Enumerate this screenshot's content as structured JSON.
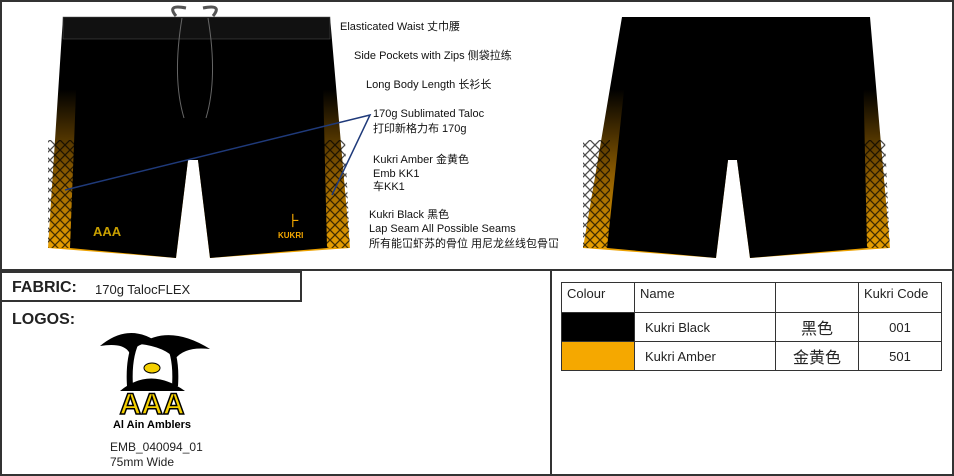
{
  "notes": {
    "waist": "Elasticated Waist   丈巾腰",
    "pockets": "Side Pockets with Zips  侧袋拉练",
    "length": "Long Body Length  长衫长",
    "fabric1": "170g Sublimated Taloc",
    "fabric2": "打印新格力布 170g",
    "amber1": "Kukri Amber   金黄色",
    "amber2": "Emb KK1",
    "amber3": "车KK1",
    "black1": "Kukri Black   黑色",
    "black2": "Lap Seam All Possible Seams",
    "black3": "所有能冚虾苏的骨位 用尼龙丝线包骨冚"
  },
  "garment_logos": {
    "kukri": "KUKRI",
    "club": "AAA"
  },
  "fabric": {
    "label": "FABRIC:",
    "value": "170g TalocFLEX"
  },
  "logos": {
    "label": "LOGOS:",
    "logo_text": "Al Ain Amblers",
    "logo_letters": "AAA",
    "code": "EMB_040094_01",
    "size": "75mm Wide"
  },
  "colour_table": {
    "headers": [
      "Colour",
      "Name",
      "",
      "Kukri Code"
    ],
    "rows": [
      {
        "swatch": "#000000",
        "name": "Kukri Black",
        "chinese": "黑色",
        "code": "001"
      },
      {
        "swatch": "#F5A800",
        "name": "Kukri Amber",
        "chinese": "金黄色",
        "code": "501"
      }
    ]
  },
  "colors": {
    "amber": "#F5A800",
    "black": "#000000",
    "leader": "#1F3A7A"
  }
}
